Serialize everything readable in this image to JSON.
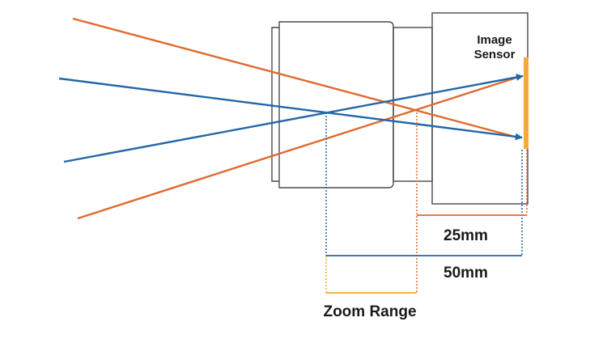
{
  "labels": {
    "sensor_line1": "Image",
    "sensor_line2": "Sensor",
    "dim_25": "25mm",
    "dim_50": "50mm",
    "zoom": "Zoom Range"
  },
  "colors": {
    "orange": "#e06a2e",
    "blue": "#2467a6",
    "sensor": "#f5a93a",
    "zoom_bar": "#f0a63a",
    "outline": "#4a4a4a",
    "text": "#1a1a1a"
  }
}
